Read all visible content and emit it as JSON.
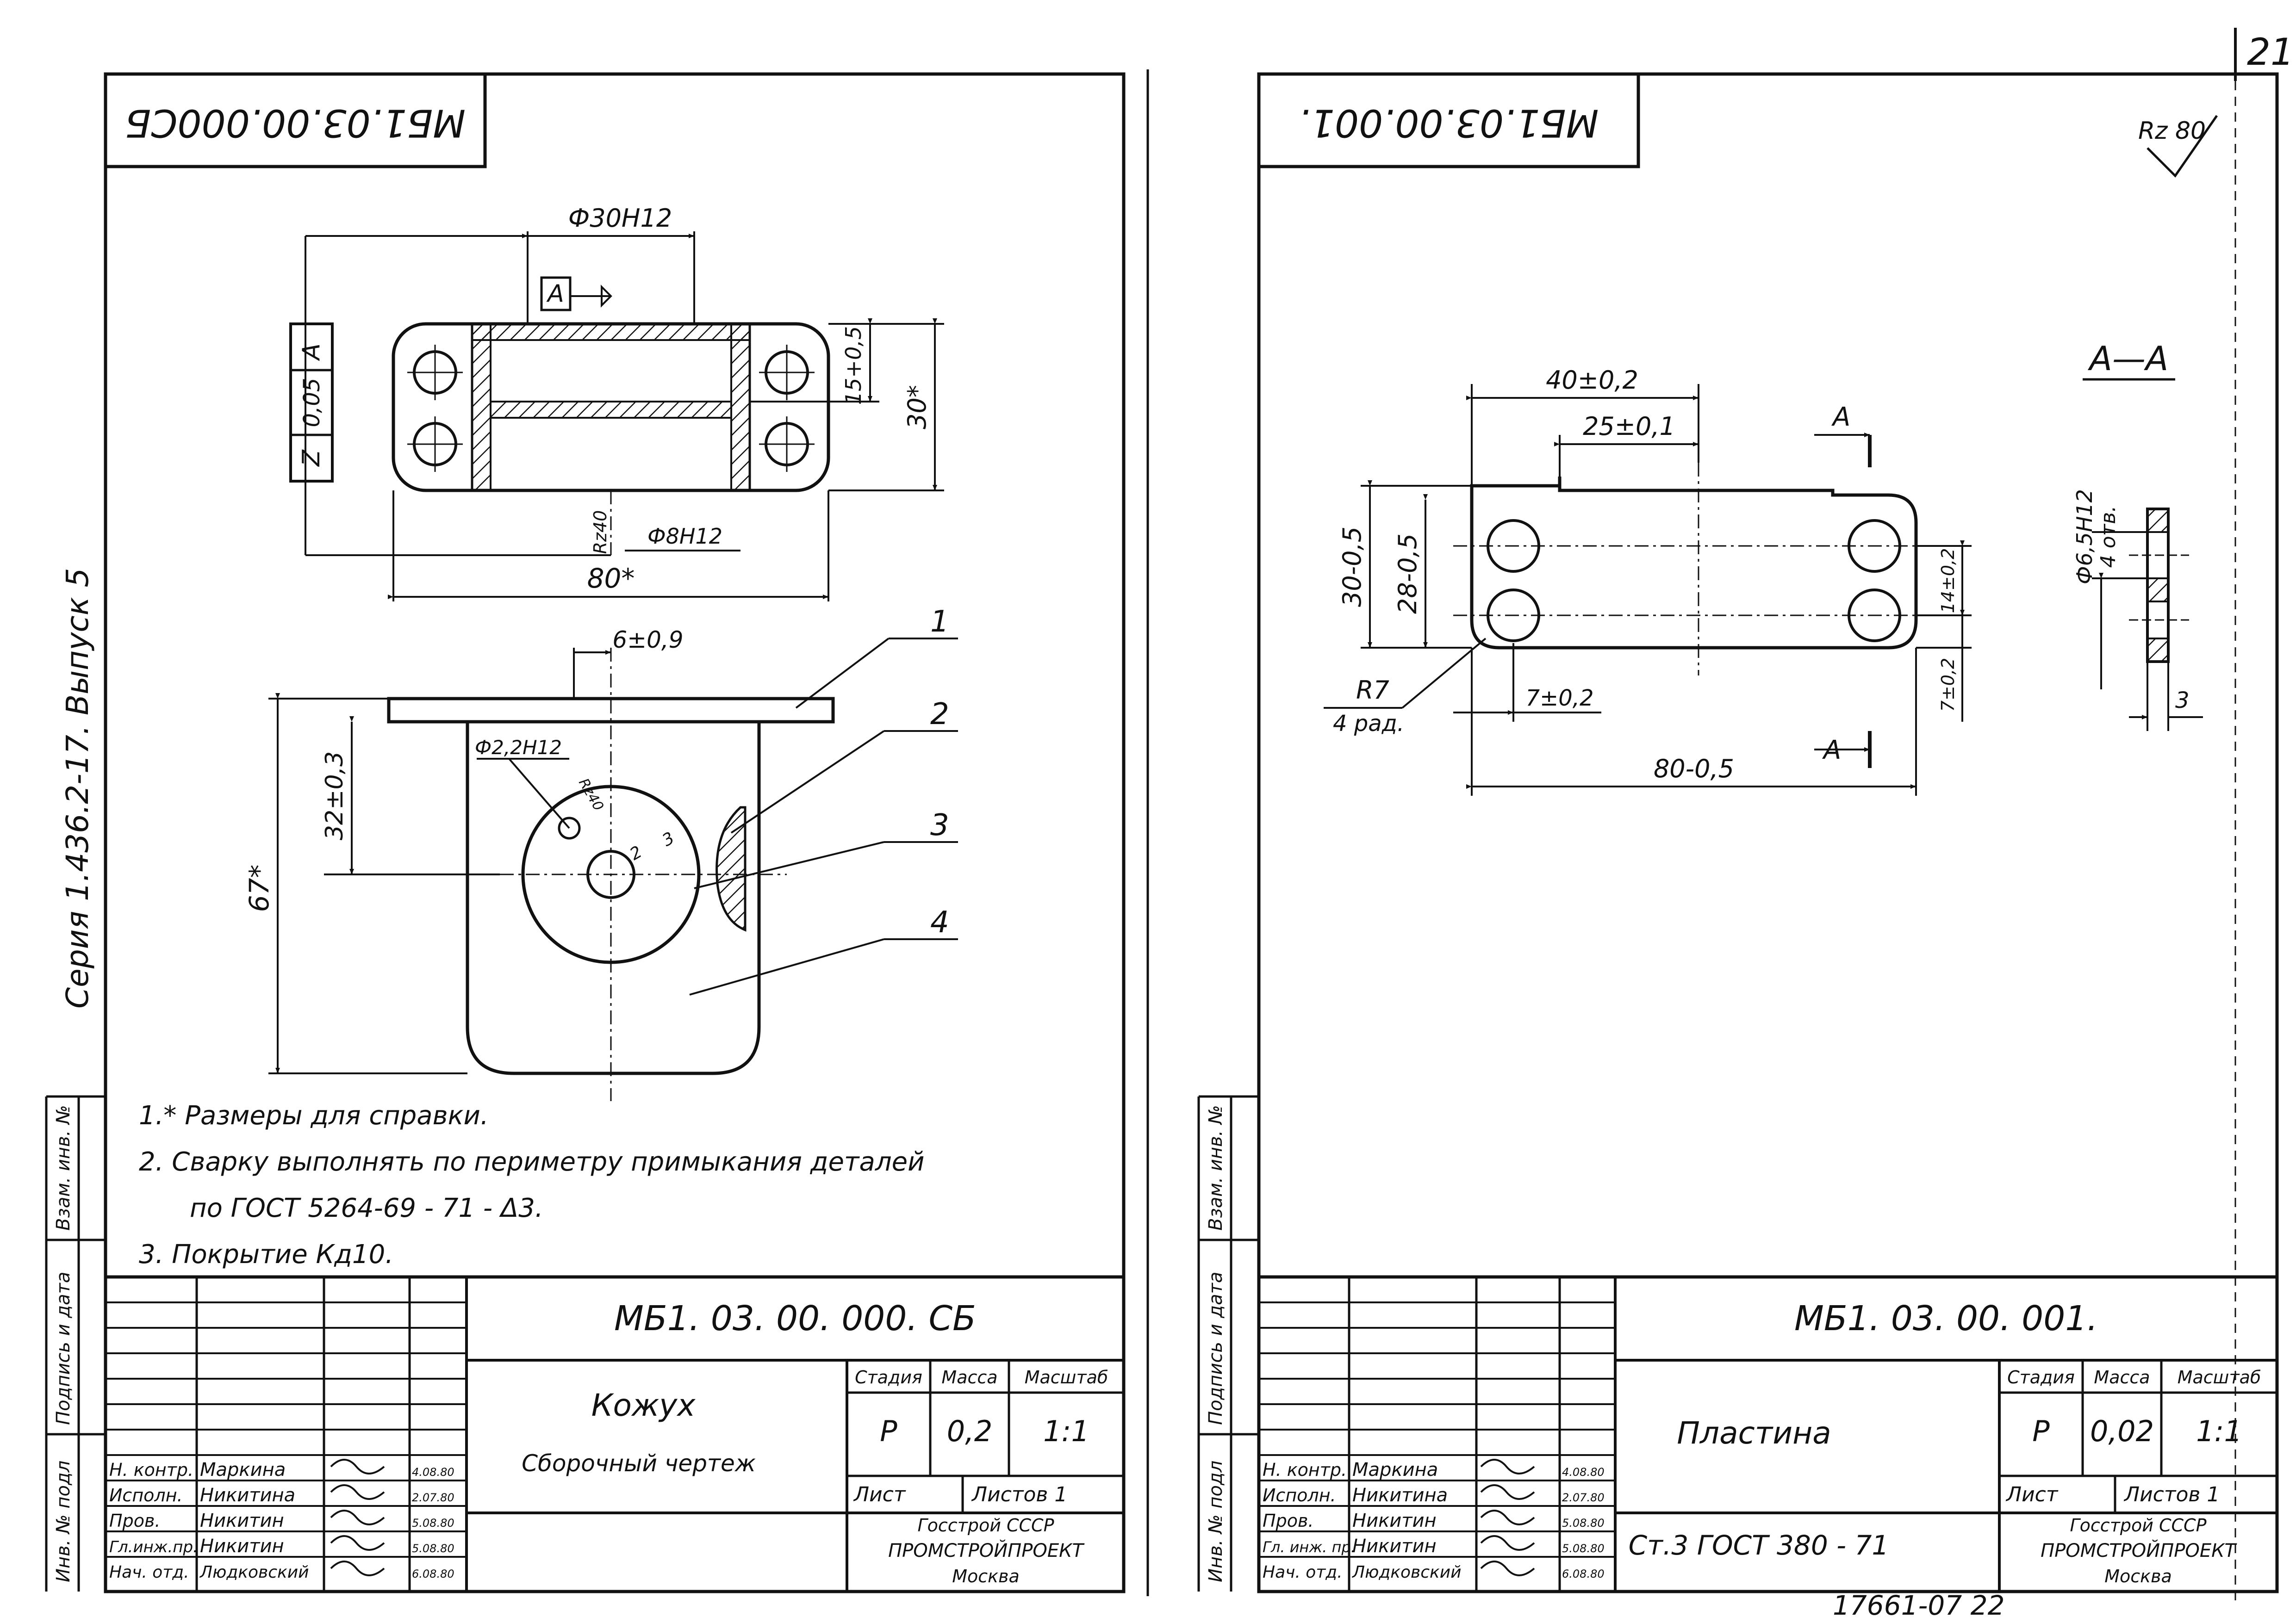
{
  "page_number": "21",
  "series_label": "Серия 1.436.2-17. Выпуск 5",
  "archive_number": "17661-07 22",
  "side_labels": [
    "Инв. № подл",
    "Подпись и дата",
    "Взам. инв. №"
  ],
  "sheet_left": {
    "code_stamp": "МБ1.03.00.000СБ",
    "dimensions": {
      "bore": "Ф30Н12",
      "datum": "А",
      "tolerance_sym": "Z",
      "tolerance_val": "0,05",
      "tolerance_ref": "А",
      "dim_15": "15+0,5",
      "dim_30": "30*",
      "roughness": "Rz40",
      "hole": "Ф8Н12",
      "length": "80*",
      "offset": "6±0,9",
      "height": "32±0,3",
      "total": "67*",
      "small_hole": "Ф2,2Н12",
      "rz_small": "Rz40",
      "weld_2": "2",
      "weld_3": "3"
    },
    "callouts": [
      "1",
      "2",
      "3",
      "4"
    ],
    "notes": [
      "1.* Размеры для справки.",
      "2. Сварку выполнять по периметру примыкания деталей",
      "по ГОСТ 5264-69 - 71 - Δ3.",
      "3. Покрытие  Кд10."
    ],
    "title_block": {
      "doc_code": "МБ1. 03. 00. 000. СБ",
      "name": "Кожух",
      "subname": "Сборочный   чертеж",
      "stage_label": "Стадия",
      "mass_label": "Масса",
      "scale_label": "Масштаб",
      "stage": "Р",
      "mass": "0,2",
      "scale": "1:1",
      "sheet_label": "Лист",
      "sheets_label": "Листов 1",
      "org1": "Госстрой СССР",
      "org2": "ПРОМСТРОЙПРОЕКТ",
      "org3": "Москва",
      "roles": [
        {
          "role": "Н. контр.",
          "name": "Маркина",
          "date": "4.08.80"
        },
        {
          "role": "Исполн.",
          "name": "Никитина",
          "date": "2.07.80"
        },
        {
          "role": "Пров.",
          "name": "Никитин",
          "date": "5.08.80"
        },
        {
          "role": "Гл.инж.пр.",
          "name": "Никитин",
          "date": "5.08.80"
        },
        {
          "role": "Нач. отд.",
          "name": "Людковский",
          "date": "6.08.80"
        }
      ]
    }
  },
  "sheet_right": {
    "code_stamp": "МБ1.03.00.001.",
    "roughness": "Rz 80",
    "section_title": "А—А",
    "section_mark": "А",
    "dimensions": {
      "d40": "40±0,2",
      "d25": "25±0,1",
      "d30": "30-0,5",
      "d28": "28-0,5",
      "d14": "14±0,2",
      "d7v": "7±0,2",
      "d7h": "7±0,2",
      "d80": "80-0,5",
      "radius": "R7",
      "radius_note": "4 рад.",
      "hole": "Ф6,5Н12",
      "hole_note": "4 отв.",
      "thick": "3"
    },
    "title_block": {
      "doc_code": "МБ1. 03. 00. 001.",
      "name": "Пластина",
      "material": "Ст.3    ГОСТ  380 - 71",
      "stage_label": "Стадия",
      "mass_label": "Масса",
      "scale_label": "Масштаб",
      "stage": "Р",
      "mass": "0,02",
      "scale": "1:1",
      "sheet_label": "Лист",
      "sheets_label": "Листов 1",
      "org1": "Госстрой СССР",
      "org2": "ПРОМСТРОЙПРОЕКТ",
      "org3": "Москва",
      "roles": [
        {
          "role": "Н. контр.",
          "name": "Маркина",
          "date": "4.08.80"
        },
        {
          "role": "Исполн.",
          "name": "Никитина",
          "date": "2.07.80"
        },
        {
          "role": "Пров.",
          "name": "Никитин",
          "date": "5.08.80"
        },
        {
          "role": "Гл. инж. пр.",
          "name": "Никитин",
          "date": "5.08.80"
        },
        {
          "role": "Нач. отд.",
          "name": "Людковский",
          "date": "6.08.80"
        }
      ]
    }
  }
}
